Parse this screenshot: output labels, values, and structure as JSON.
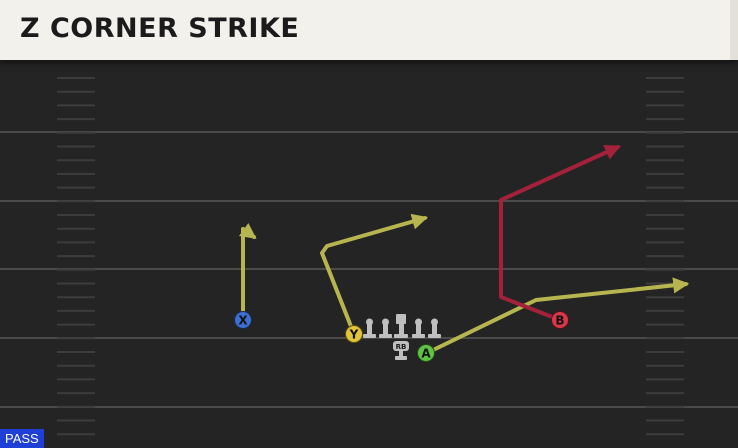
{
  "play": {
    "title": "Z CORNER STRIKE",
    "type_badge": "PASS"
  },
  "colors": {
    "field": "#242424",
    "yard_line": "#4a4a4a",
    "route_primary": "#b7b550",
    "route_hot": "#a3213a",
    "receiver_x": "#3d6fd1",
    "receiver_y": "#e0c43a",
    "receiver_a": "#5fc245",
    "receiver_b": "#d63a4a",
    "lineman": "#bfbfbf",
    "badge": "#1f3fd6"
  },
  "players": [
    {
      "label": "X",
      "role": "receiver"
    },
    {
      "label": "Y",
      "role": "receiver"
    },
    {
      "label": "A",
      "role": "receiver"
    },
    {
      "label": "B",
      "role": "receiver"
    },
    {
      "label": "RB",
      "role": "running back"
    }
  ]
}
